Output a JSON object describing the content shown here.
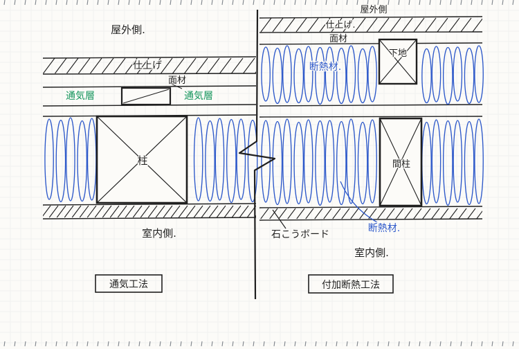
{
  "colors": {
    "ink": "#1f1f1f",
    "green": "#14945c",
    "blue": "#2b57c9",
    "paper": "#fcfbf8",
    "grid": "#9aa4b0",
    "tick": "#7d838a"
  },
  "panels": {
    "left": {
      "outdoor": "屋外側.",
      "finish": "仕上げ",
      "face": "面材",
      "vent_left": "通気層",
      "vent_right": "通気層",
      "pillar": "柱",
      "indoor": "室内側.",
      "method": "通気工法"
    },
    "right": {
      "outdoor": "屋外側",
      "finish": "仕上げ.",
      "face": "面材",
      "insulation_top": "断熱材.",
      "base": "下地",
      "stud": "間柱",
      "gypsum": "石こうボード",
      "insulation_bottom": "断熱材.",
      "indoor": "室内側.",
      "method": "付加断熱工法"
    }
  }
}
